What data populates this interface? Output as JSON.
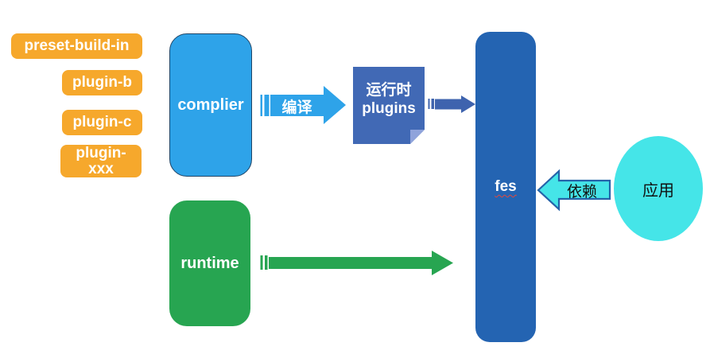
{
  "plugins": [
    {
      "label": "preset-build-in"
    },
    {
      "label": "plugin-b"
    },
    {
      "label": "plugin-c"
    },
    {
      "label": "plugin-\nxxx"
    }
  ],
  "nodes": {
    "complier": {
      "label": "complier"
    },
    "runtime_plugins": {
      "line1": "运行时",
      "line2": "plugins"
    },
    "fes": {
      "label": "fes"
    },
    "runtime": {
      "label": "runtime"
    },
    "app": {
      "label": "应用"
    }
  },
  "arrows": {
    "compile": {
      "label": "编译"
    },
    "depends": {
      "label": "依赖"
    }
  },
  "colors": {
    "plugin_orange": "#F6A82C",
    "complier_sky_blue": "#2EA3E9",
    "complier_border": "#1E4466",
    "runtime_plugins_blue": "#4169B5",
    "folded_corner": "#8FA3DB",
    "fes_blue": "#2464B2",
    "plugins_to_fes_arrow": "#3E63AE",
    "runtime_green": "#27A551",
    "app_cyan": "#45E5E8",
    "depends_border": "#2563A9",
    "spellcheck_underline": "#E0483E"
  }
}
